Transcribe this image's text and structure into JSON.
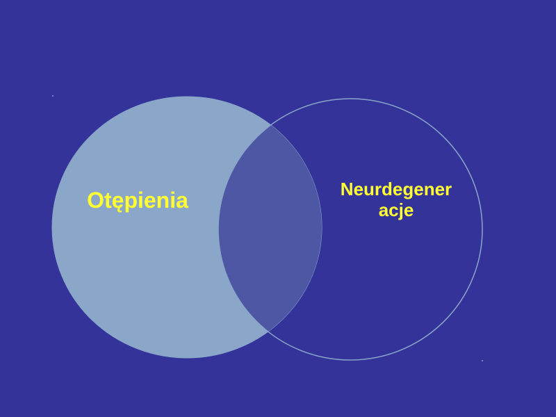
{
  "slide": {
    "background_color": "#333399",
    "text_color": "#ffff33"
  },
  "diagram": {
    "type": "venn",
    "sets": [
      {
        "label": "Otępienia",
        "fill_color": "#8aa6c8",
        "filled": true
      },
      {
        "label_line1": "Neurdegener",
        "label_line2": "acje",
        "outline_color": "#8aa6c8",
        "filled": false
      }
    ],
    "overlap_color": "#4d57a3"
  }
}
